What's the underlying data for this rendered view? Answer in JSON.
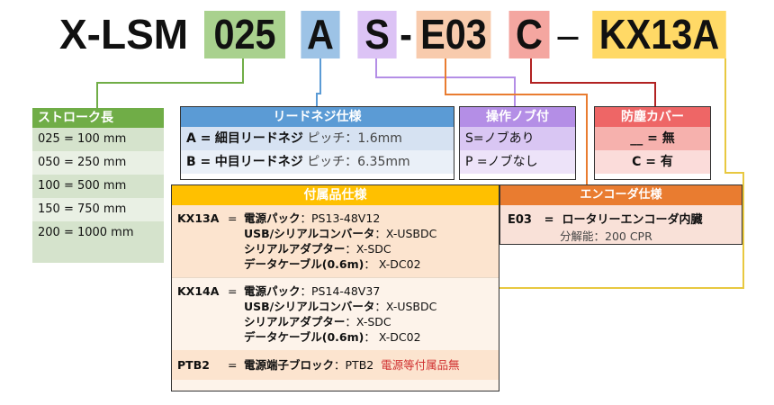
{
  "model": {
    "prefix": "X-LSM",
    "stroke": "025",
    "lead": "A",
    "knob": "S",
    "dash1": "-",
    "encoder": "E03",
    "cover": "C",
    "dash2": "–",
    "accessory": "KX13A"
  },
  "colors": {
    "green": "#70ad47",
    "blue": "#5b9bd5",
    "purple": "#b48ee6",
    "orange": "#e97c30",
    "red": "#ee6666",
    "yellow": "#ffc000"
  },
  "stroke_table": {
    "title": "ストローク長",
    "rows": [
      "025 = 100 mm",
      "050  =  250 mm",
      "100 = 500 mm",
      "150 = 750 mm",
      "200 = 1000 mm"
    ]
  },
  "lead_table": {
    "title": "リードネジ仕様",
    "rows": [
      {
        "code": "A =",
        "name": "細目リードネジ",
        "pitch": "ピッチ：1.6mm"
      },
      {
        "code": "B =",
        "name": "中目リードネジ",
        "pitch": "ピッチ：6.35mm"
      }
    ]
  },
  "knob_table": {
    "title": "操作ノブ付",
    "rows": [
      "S=ノブあり",
      "P =ノブなし"
    ]
  },
  "cover_table": {
    "title": "防塵カバー",
    "rows": [
      "__ = 無",
      "C  =  有"
    ]
  },
  "encoder_table": {
    "title": "エンコーダ仕様",
    "code": "E03",
    "eq": "=",
    "name": "ロータリーエンコーダ内臓",
    "resolution": "分解能：200 CPR"
  },
  "accessory_table": {
    "title": "付属品仕様",
    "groups": [
      {
        "code": "KX13A",
        "eq": "=",
        "items": [
          {
            "name": "電源パック",
            "value": "：PS13-48V12"
          },
          {
            "name": "USB/シリアルコンバータ",
            "value": "：X-USBDC"
          },
          {
            "name": "シリアルアダプター",
            "value": "：X-SDC"
          },
          {
            "name": "データケーブル(0.6m)",
            "value": "： X-DC02"
          }
        ]
      },
      {
        "code": "KX14A",
        "eq": "=",
        "items": [
          {
            "name": "電源パック",
            "value": "：PS14-48V37"
          },
          {
            "name": "USB/シリアルコンバータ",
            "value": "：X-USBDC"
          },
          {
            "name": "シリアルアダプター",
            "value": "：X-SDC"
          },
          {
            "name": "データケーブル(0.6m)",
            "value": "： X-DC02"
          }
        ]
      },
      {
        "code": "PTB2",
        "eq": "=",
        "items": [
          {
            "name": "電源端子ブロック",
            "value": "：PTB2",
            "note": "電源等付属品無"
          }
        ]
      }
    ]
  }
}
